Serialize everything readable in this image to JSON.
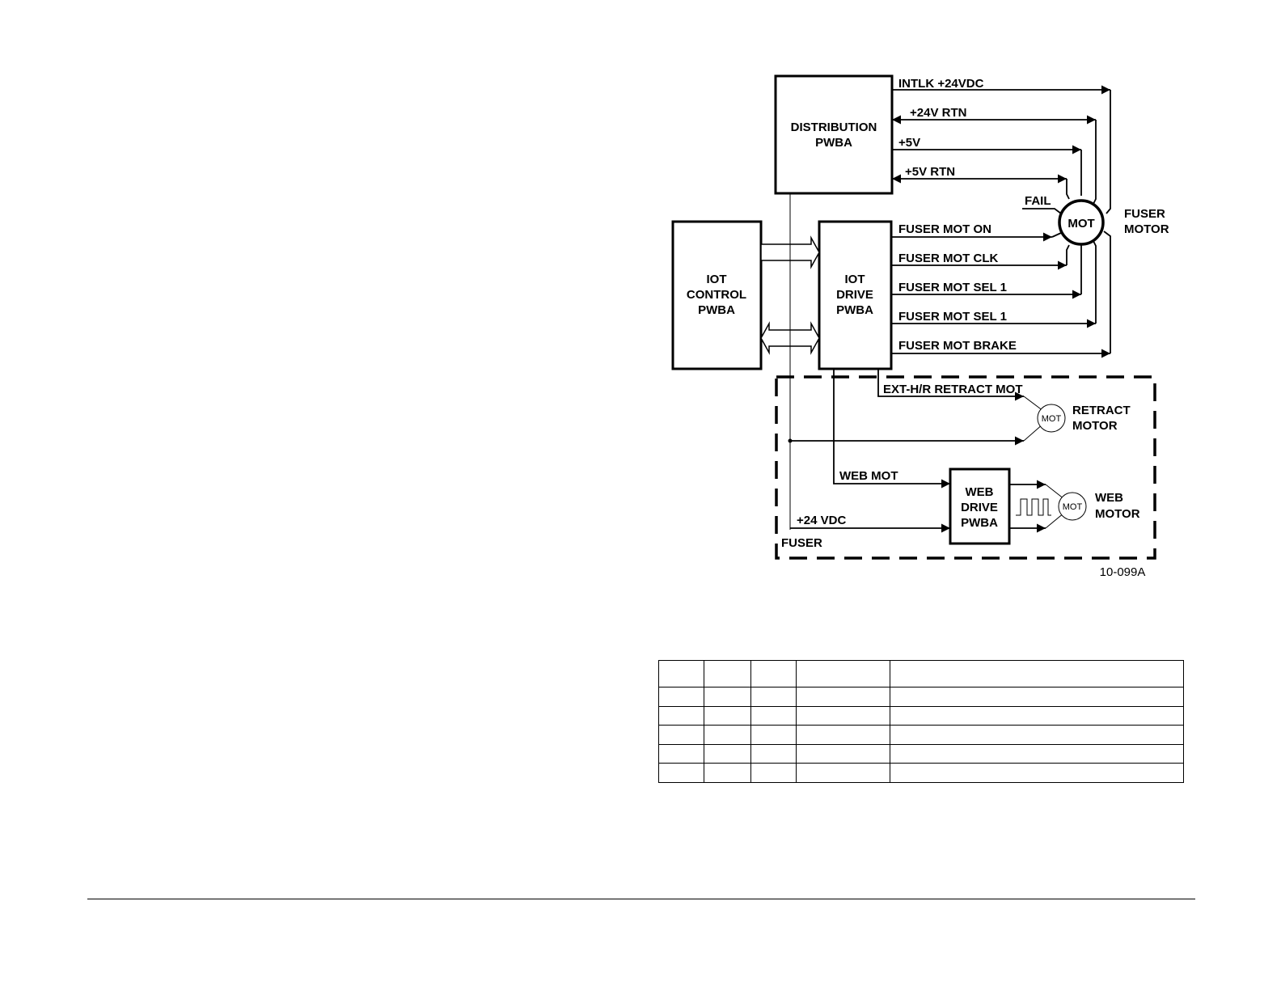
{
  "diagram": {
    "blocks": {
      "distribution": [
        "DISTRIBUTION",
        "PWBA"
      ],
      "iot_control": [
        "IOT",
        "CONTROL",
        "PWBA"
      ],
      "iot_drive": [
        "IOT",
        "DRIVE",
        "PWBA"
      ],
      "web_drive": [
        "WEB",
        "DRIVE",
        "PWBA"
      ]
    },
    "signals": {
      "intlk_24vdc": "INTLK +24VDC",
      "rtn_24v": "+24V RTN",
      "v5": "+5V",
      "rtn_5v": "+5V RTN",
      "fail": "FAIL",
      "fuser_mot_on": "FUSER MOT ON",
      "fuser_mot_clk": "FUSER MOT CLK",
      "fuser_mot_sel_1a": "FUSER MOT SEL 1",
      "fuser_mot_sel_1b": "FUSER MOT SEL 1",
      "fuser_mot_brake": "FUSER MOT BRAKE",
      "ext_hr_retract_mot": "EXT-H/R RETRACT MOT",
      "web_mot": "WEB MOT",
      "vdc_24": "+24 VDC"
    },
    "motors": {
      "fuser_symbol": "MOT",
      "fuser_label": [
        "FUSER",
        "MOTOR"
      ],
      "retract_symbol": "MOT",
      "retract_label": [
        "RETRACT",
        "MOTOR"
      ],
      "web_symbol": "MOT",
      "web_label": [
        "WEB",
        "MOTOR"
      ]
    },
    "fuser_area_label": "FUSER",
    "figure_id": "10-099A"
  },
  "table": {
    "rows": [
      [
        "",
        "",
        "",
        "",
        ""
      ],
      [
        "",
        "",
        "",
        "",
        ""
      ],
      [
        "",
        "",
        "",
        "",
        ""
      ],
      [
        "",
        "",
        "",
        "",
        ""
      ],
      [
        "",
        "",
        "",
        "",
        ""
      ],
      [
        "",
        "",
        "",
        "",
        ""
      ]
    ]
  }
}
